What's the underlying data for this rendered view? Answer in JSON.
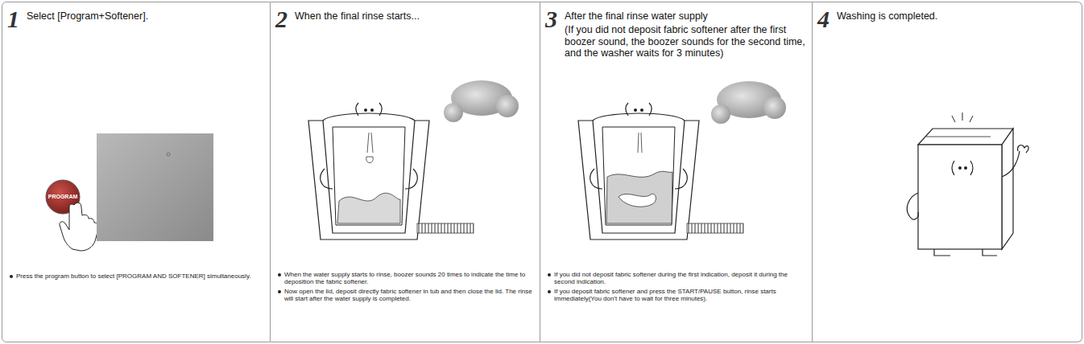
{
  "diagram": {
    "nodes": [
      {
        "text": [
          "1",
          "Select [Program+Softener].",
          "Press the program button to select [PROGRAM AND SOFTENER] simultaneously."
        ]
      },
      {
        "text": [
          "2",
          "When the final rinse starts...",
          "When the water supply starts to rinse, boozer sounds 20 times to indicate the time to deposition the fabric softener.",
          "Now open the lid, deposit directly fabric softener in tub and then close the lid. The rinse will start after the water supply is completed."
        ]
      },
      {
        "text": [
          "3",
          "After the final rinse water supply",
          "(If you did not deposit fabric softener after the first boozer sound, the boozer sounds for the second time, and the washer waits for 3 minutes)",
          "If you did not deposit fabric softener during the first indication, deposit it during the second indication.",
          "If you deposit fabric softener and press the START/PAUSE button, rinse starts immediately(You don't have to wait for three minutes)."
        ]
      },
      {
        "text": [
          "4",
          "Washing is completed."
        ]
      }
    ],
    "labels": [
      "PROGRAM"
    ]
  }
}
